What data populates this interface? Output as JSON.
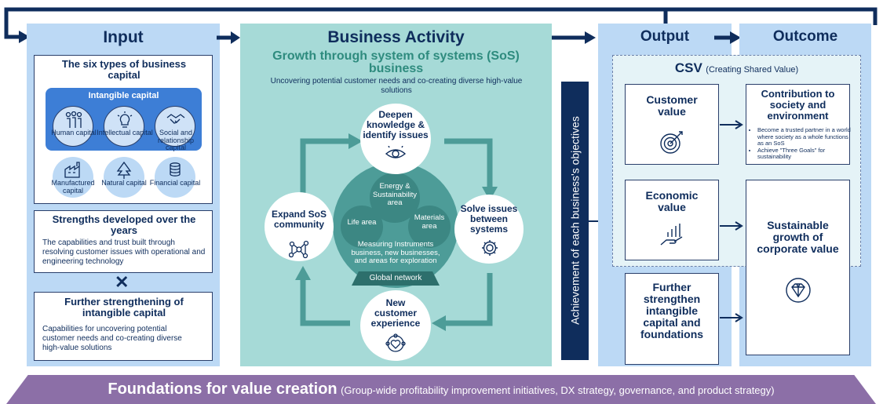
{
  "input": {
    "header": "Input",
    "six_types_title": "The six types of business capital",
    "intangible_label": "Intangible capital",
    "capitals": [
      {
        "label": "Human capital",
        "icon": "people-icon"
      },
      {
        "label": "Intellectual capital",
        "icon": "lightbulb-icon"
      },
      {
        "label": "Social and relationship capital",
        "icon": "handshake-icon"
      },
      {
        "label": "Manufactured capital",
        "icon": "factory-icon"
      },
      {
        "label": "Natural capital",
        "icon": "tree-icon"
      },
      {
        "label": "Financial capital",
        "icon": "coins-icon"
      }
    ],
    "strengths_title": "Strengths developed over the years",
    "strengths_text": "The capabilities and trust built through resolving customer issues with operational and engineering technology",
    "cross_symbol": "✕",
    "further_title": "Further strengthening of intangible capital",
    "further_text": "Capabilities for uncovering potential customer needs and co-creating diverse high-value solutions"
  },
  "business": {
    "header": "Business Activity",
    "subtitle": "Growth through system of systems (SoS) business",
    "description": "Uncovering potential customer needs and co-creating diverse high-value solutions",
    "cycle": [
      {
        "label": "Deepen knowledge & identify issues",
        "icon": "eye-icon"
      },
      {
        "label": "Solve issues between systems",
        "icon": "gear-icon"
      },
      {
        "label": "New customer experience",
        "icon": "heart-network-icon"
      },
      {
        "label": "Expand SoS community",
        "icon": "network-icon"
      }
    ],
    "areas": {
      "energy": "Energy & Sustainability area",
      "life": "Life area",
      "materials": "Materials area",
      "measuring": "Measuring Instruments business, new businesses, and areas for exploration",
      "global": "Global network"
    }
  },
  "vertical_label": "Achievement of each business's objectives",
  "output": {
    "header": "Output"
  },
  "outcome": {
    "header": "Outcome"
  },
  "csv": {
    "title": "CSV",
    "subtitle": "(Creating Shared Value)",
    "customer_value": "Customer value",
    "economic_value": "Economic value",
    "contribution_title": "Contribution to society and environment",
    "bullets": [
      "Become a trusted partner in a world where society as a whole functions as an SoS",
      "Achieve \"Three Goals\" for sustainability"
    ]
  },
  "further_strengthen": "Further strengthen intangible capital and foundations",
  "sustainable_growth": "Sustainable growth of corporate value",
  "foundations": {
    "title": "Foundations for value creation",
    "detail": "(Group-wide profitability improvement initiatives, DX strategy, governance, and product strategy)"
  },
  "colors": {
    "navy": "#0f2d5c",
    "light_blue": "#bcd9f5",
    "teal_panel": "#a6dad7",
    "teal_circle": "#4d9c98",
    "purple": "#8c6fa7"
  }
}
